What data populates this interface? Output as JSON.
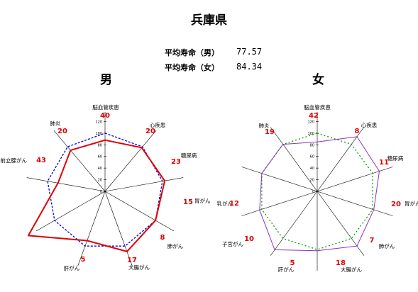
{
  "page": {
    "title": "兵庫県",
    "life_male_label": "平均寿命（男）",
    "life_male_value": "77.57",
    "life_female_label": "平均寿命（女）",
    "life_female_value": "84.34",
    "male_heading": "男",
    "female_heading": "女"
  },
  "colors": {
    "male_line": "#e00000",
    "male_ref": "#0000e0",
    "female_line": "#9030c0",
    "female_ref": "#00a000",
    "label_red": "#e00000"
  },
  "chart_data": [
    {
      "type": "radar",
      "name": "male",
      "rlim": [
        0,
        120
      ],
      "ticks": [
        0,
        20,
        40,
        60,
        80,
        100,
        120
      ],
      "axes": [
        {
          "label": "脳血管疾患",
          "rank": "40"
        },
        {
          "label": "心疾患",
          "rank": "20"
        },
        {
          "label": "糖尿病",
          "rank": "23"
        },
        {
          "label": "胃がん",
          "rank": "15"
        },
        {
          "label": "肺がん",
          "rank": "8"
        },
        {
          "label": "大腸がん",
          "rank": "17"
        },
        {
          "label": "肝がん",
          "rank": "5"
        },
        {
          "label": "前立腺がん",
          "rank": "43"
        },
        {
          "label": "肺炎",
          "rank": "20"
        }
      ],
      "values": [
        88,
        98,
        104,
        100,
        110,
        90,
        152,
        82,
        92
      ],
      "reference": [
        100,
        100,
        100,
        100,
        100,
        100,
        100,
        100,
        100
      ]
    },
    {
      "type": "radar",
      "name": "female",
      "rlim": [
        0,
        120
      ],
      "ticks": [
        0,
        20,
        40,
        60,
        80,
        100,
        120
      ],
      "axes": [
        {
          "label": "脳血管疾患",
          "rank": "42"
        },
        {
          "label": "心疾患",
          "rank": "8"
        },
        {
          "label": "糖尿病",
          "rank": "11"
        },
        {
          "label": "胃がん",
          "rank": "20"
        },
        {
          "label": "肺がん",
          "rank": "7"
        },
        {
          "label": "大腸がん",
          "rank": "18"
        },
        {
          "label": "肝がん",
          "rank": "5"
        },
        {
          "label": "子宮がん",
          "rank": "10"
        },
        {
          "label": "乳がん",
          "rank": "12"
        },
        {
          "label": "肺炎",
          "rank": "19"
        }
      ],
      "values": [
        85,
        116,
        112,
        102,
        116,
        102,
        124,
        104,
        100,
        100
      ],
      "reference": [
        100,
        100,
        100,
        100,
        100,
        100,
        100,
        100,
        100,
        100
      ]
    }
  ]
}
